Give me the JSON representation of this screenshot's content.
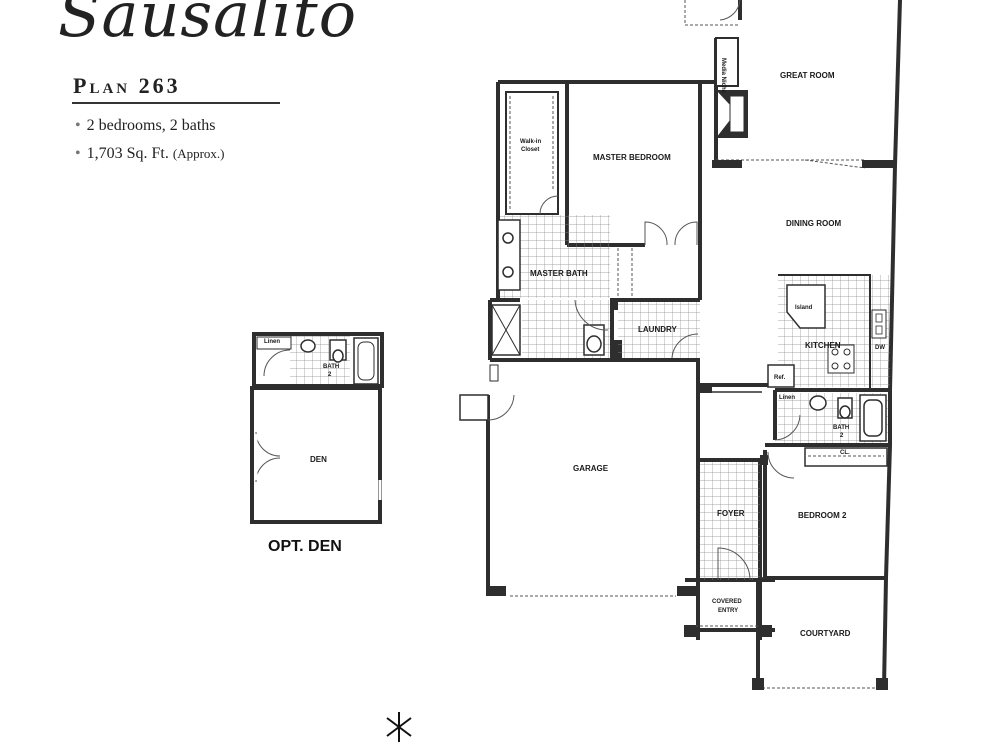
{
  "header": {
    "title": "Sausalito",
    "plan": "Plan 263",
    "specs": [
      "2 bedrooms, 2 baths",
      "1,703 Sq. Ft."
    ],
    "spec_note": "(Approx.)"
  },
  "rooms": {
    "great_room": "GREAT ROOM",
    "master_bedroom": "MASTER BEDROOM",
    "walk_in_closet": "Walk-in Closet",
    "master_bath": "MASTER BATH",
    "dining_room": "DINING ROOM",
    "island": "Island",
    "kitchen": "KITCHEN",
    "laundry": "LAUNDRY",
    "garage": "GARAGE",
    "bath2": "BATH 2",
    "bedroom2": "BEDROOM 2",
    "foyer": "FOYER",
    "covered_entry": "COVERED ENTRY",
    "courtyard": "COURTYARD",
    "linen": "Linen",
    "closet": "CL.",
    "media_niche": "Media Niche",
    "refrigerator": "Ref.",
    "opt_den": "DEN",
    "opt_bath": "BATH 2",
    "opt_linen": "Linen",
    "opt_den_caption": "OPT. DEN"
  },
  "colors": {
    "wall": "#2e2e2e",
    "tile": "#9a9a9a"
  }
}
